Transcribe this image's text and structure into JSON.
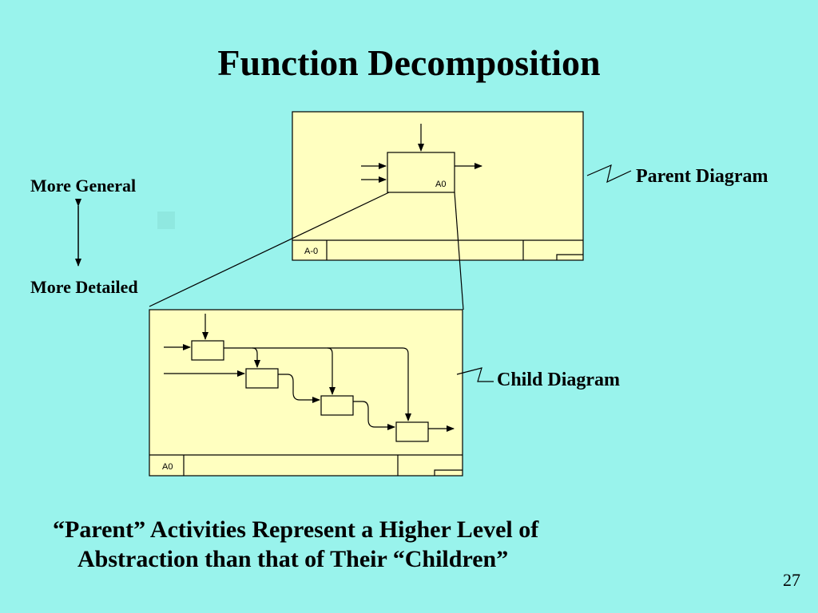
{
  "slide": {
    "title": "Function Decomposition",
    "scale": {
      "top_label": "More General",
      "bottom_label": "More Detailed"
    },
    "parent_diagram": {
      "label": "Parent Diagram",
      "box_label": "A0",
      "node_label": "A-0"
    },
    "child_diagram": {
      "label": "Child Diagram",
      "node_label": "A0"
    },
    "caption": {
      "line1": "“Parent” Activities Represent a Higher Level of",
      "line2": "Abstraction than that of Their “Children”"
    },
    "page_number": "27"
  },
  "colors": {
    "background": "#99f3ec",
    "diagram_fill": "#ffffc0",
    "stroke": "#000000",
    "accent_square": "#8fe8e0"
  }
}
